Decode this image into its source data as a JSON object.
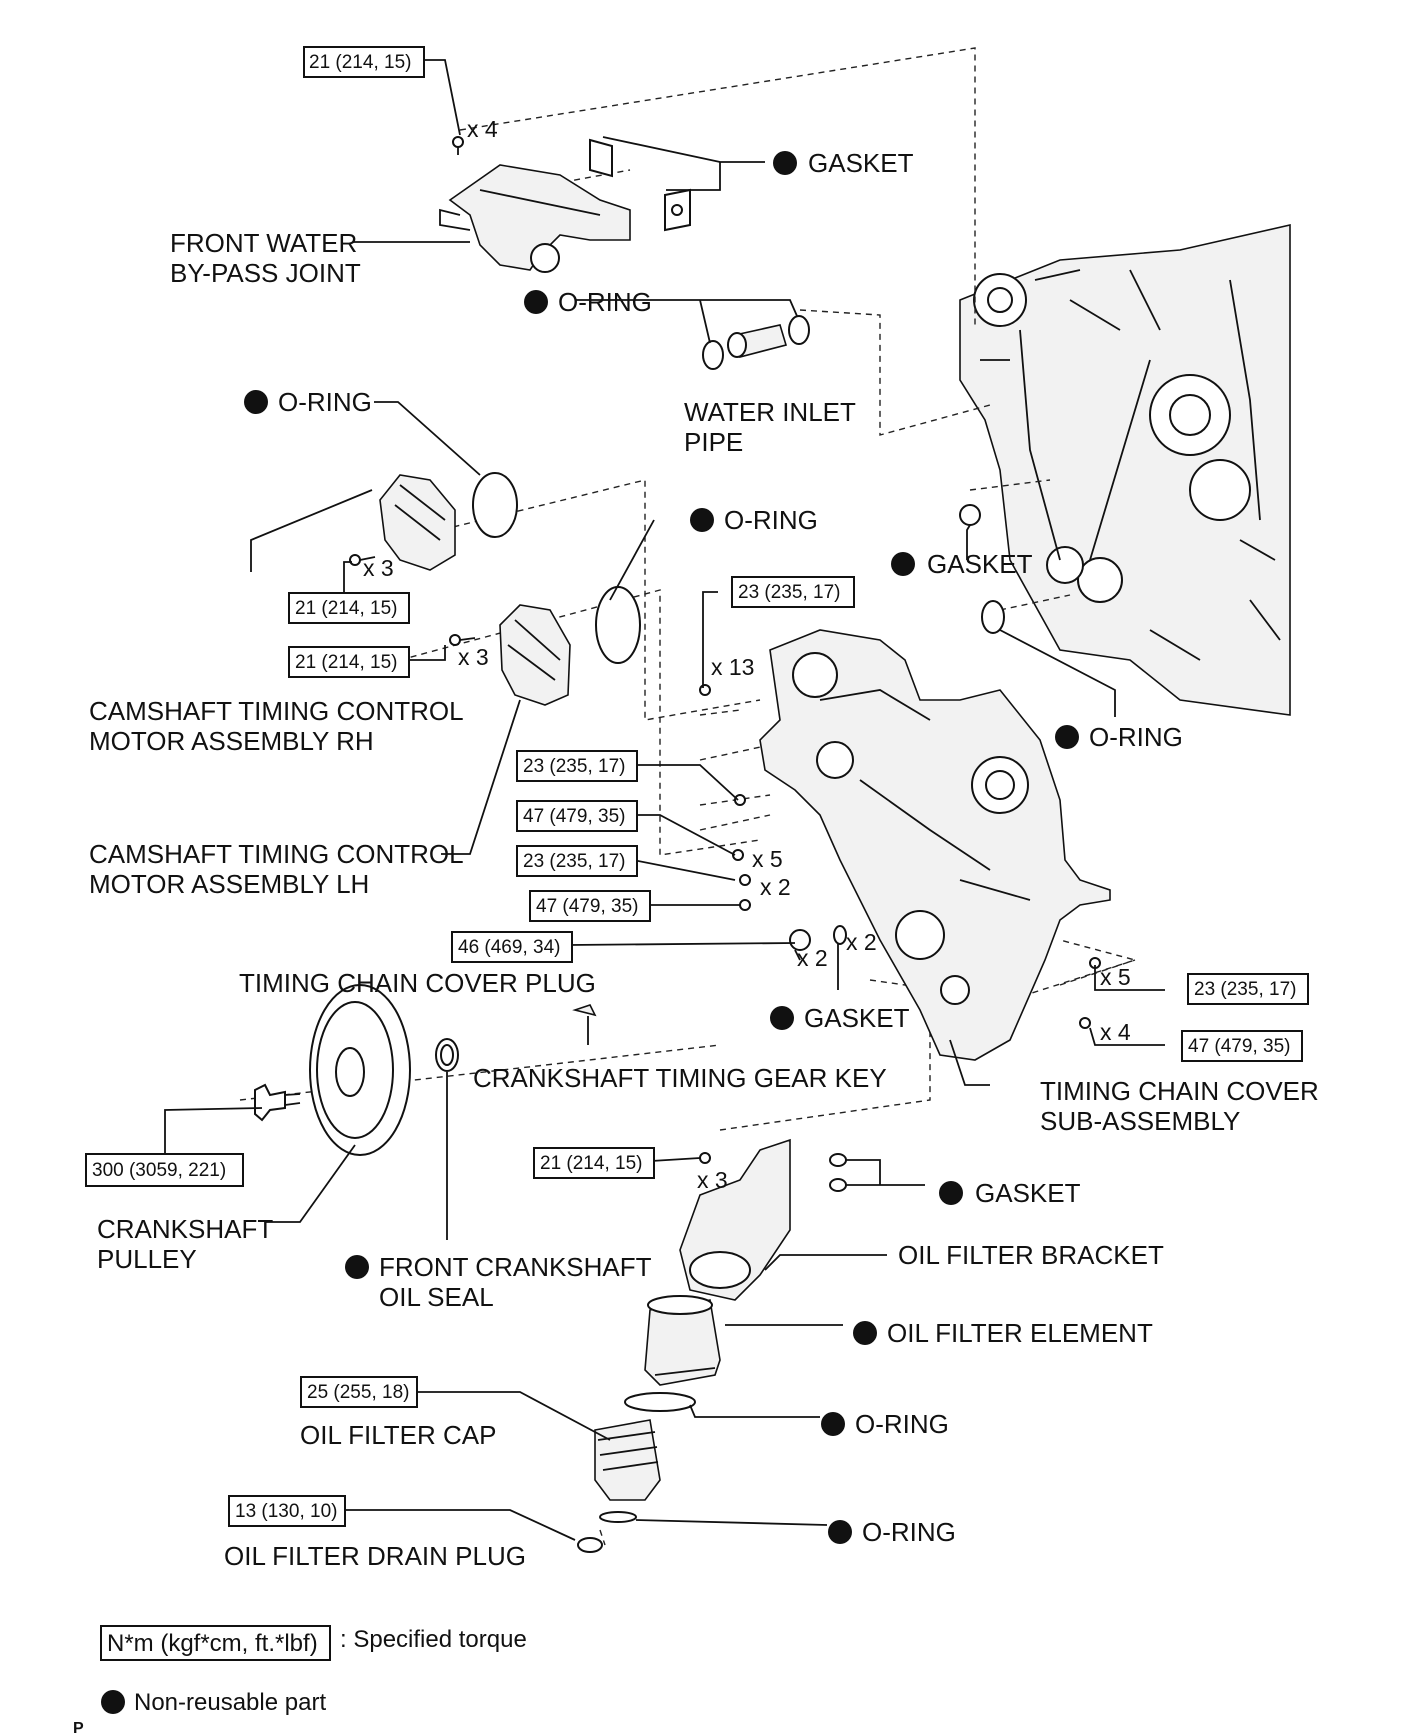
{
  "legend": {
    "torque_box": "N*m (kgf*cm, ft.*lbf)",
    "torque_text": ": Specified torque",
    "nonreusable_text": "Non-reusable part"
  },
  "corner_mark": "P",
  "torques": {
    "t_bypass": "21 (214, 15)",
    "t_rh": "21 (214, 15)",
    "t_lh": "21 (214, 15)",
    "t_cover_top": "23 (235, 17)",
    "t_a": "23 (235, 17)",
    "t_b": "47 (479, 35)",
    "t_c": "23 (235, 17)",
    "t_d": "47 (479, 35)",
    "t_plug": "46 (469, 34)",
    "t_right1": "23 (235, 17)",
    "t_right2": "47 (479, 35)",
    "t_pulley": "300 (3059, 221)",
    "t_bracket": "21 (214, 15)",
    "t_cap": "25 (255, 18)",
    "t_drain": "13 (130, 10)"
  },
  "quantities": {
    "q_bypass": "x 4",
    "q_rh": "x 3",
    "q_lh": "x 3",
    "q_cover_top": "x 13",
    "q_b": "x 5",
    "q_c": "x 2",
    "q_plug": "x 2",
    "q_plug_gasket": "x 2",
    "q_right1": "x 5",
    "q_right2": "x 4",
    "q_bracket": "x 3"
  },
  "labels": {
    "bypass_1": "FRONT WATER",
    "bypass_2": "BY-PASS JOINT",
    "gasket_top": "GASKET",
    "oring_pipe": "O-RING",
    "pipe_1": "WATER INLET",
    "pipe_2": "PIPE",
    "oring_rh": "O-RING",
    "oring_lh": "O-RING",
    "gasket_block": "GASKET",
    "oring_block": "O-RING",
    "rh_1": "CAMSHAFT TIMING CONTROL",
    "rh_2": "MOTOR ASSEMBLY RH",
    "lh_1": "CAMSHAFT TIMING CONTROL",
    "lh_2": "MOTOR ASSEMBLY LH",
    "plug": "TIMING CHAIN COVER PLUG",
    "gasket_plug": "GASKET",
    "gear_key": "CRANKSHAFT TIMING GEAR KEY",
    "cover_1": "TIMING CHAIN COVER",
    "cover_2": "SUB-ASSEMBLY",
    "pulley_1": "CRANKSHAFT",
    "pulley_2": "PULLEY",
    "seal_1": "FRONT CRANKSHAFT",
    "seal_2": "OIL SEAL",
    "gasket_bracket": "GASKET",
    "bracket": "OIL FILTER BRACKET",
    "element": "OIL FILTER ELEMENT",
    "cap": "OIL FILTER CAP",
    "oring_cap": "O-RING",
    "drain": "OIL FILTER DRAIN PLUG",
    "oring_drain": "O-RING"
  }
}
